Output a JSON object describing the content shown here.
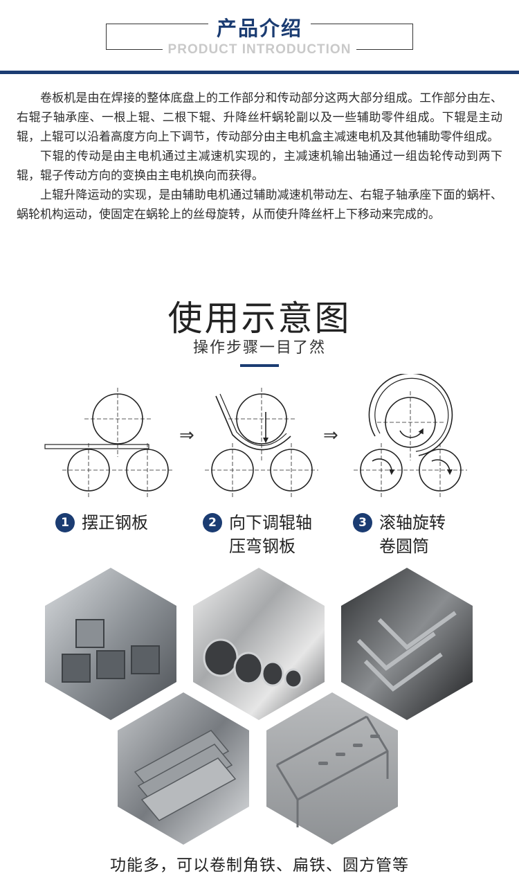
{
  "header": {
    "title": "产品介绍",
    "subtitle": "PRODUCT INTRODUCTION"
  },
  "intro": {
    "paragraphs": [
      "卷板机是由在焊接的整体底盘上的工作部分和传动部分这两大部分组成。工作部分由左、右辊子轴承座、一根上辊、二根下辊、升降丝杆蜗轮副以及一些辅助零件组成。下辊是主动辊，上辊可以沿着高度方向上下调节，传动部分由主电机盒主减速电机及其他辅助零件组成。",
      "下辊的传动是由主电机通过主减速机实现的，主减速机输出轴通过一组齿轮传动到两下辊，辊子传动方向的变换由主电机换向而获得。",
      "上辊升降运动的实现，是由辅助电机通过辅助减速机带动左、右辊子轴承座下面的蜗杆、蜗轮机构运动，使固定在蜗轮上的丝母旋转，从而使升降丝杆上下移动来完成的。"
    ]
  },
  "usage": {
    "title": "使用示意图",
    "subtitle": "操作步骤一目了然",
    "arrow_glyph": "⇒",
    "steps": [
      {
        "num": "1",
        "line1": "摆正钢板",
        "line2": ""
      },
      {
        "num": "2",
        "line1": "向下调辊轴",
        "line2": "压弯钢板"
      },
      {
        "num": "3",
        "line1": "滚轴旋转",
        "line2": "卷圆筒"
      }
    ]
  },
  "photos": {
    "items": [
      "square-tube-photo",
      "round-pipe-photo",
      "angle-iron-photo",
      "flat-bar-photo",
      "cable-tray-photo"
    ]
  },
  "caption": "功能多，可以卷制角铁、扁铁、圆方管等",
  "colors": {
    "brand_navy": "#1b3c72",
    "subtitle_gray": "#c9c9c9"
  }
}
